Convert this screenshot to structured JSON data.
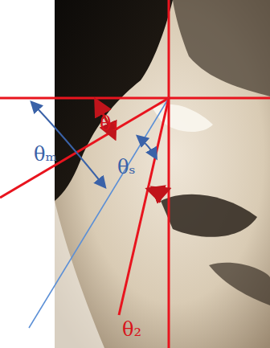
{
  "diagram": {
    "labels": [
      "θ₁",
      "θₘ",
      "θₛ",
      "θ₂"
    ]
  }
}
